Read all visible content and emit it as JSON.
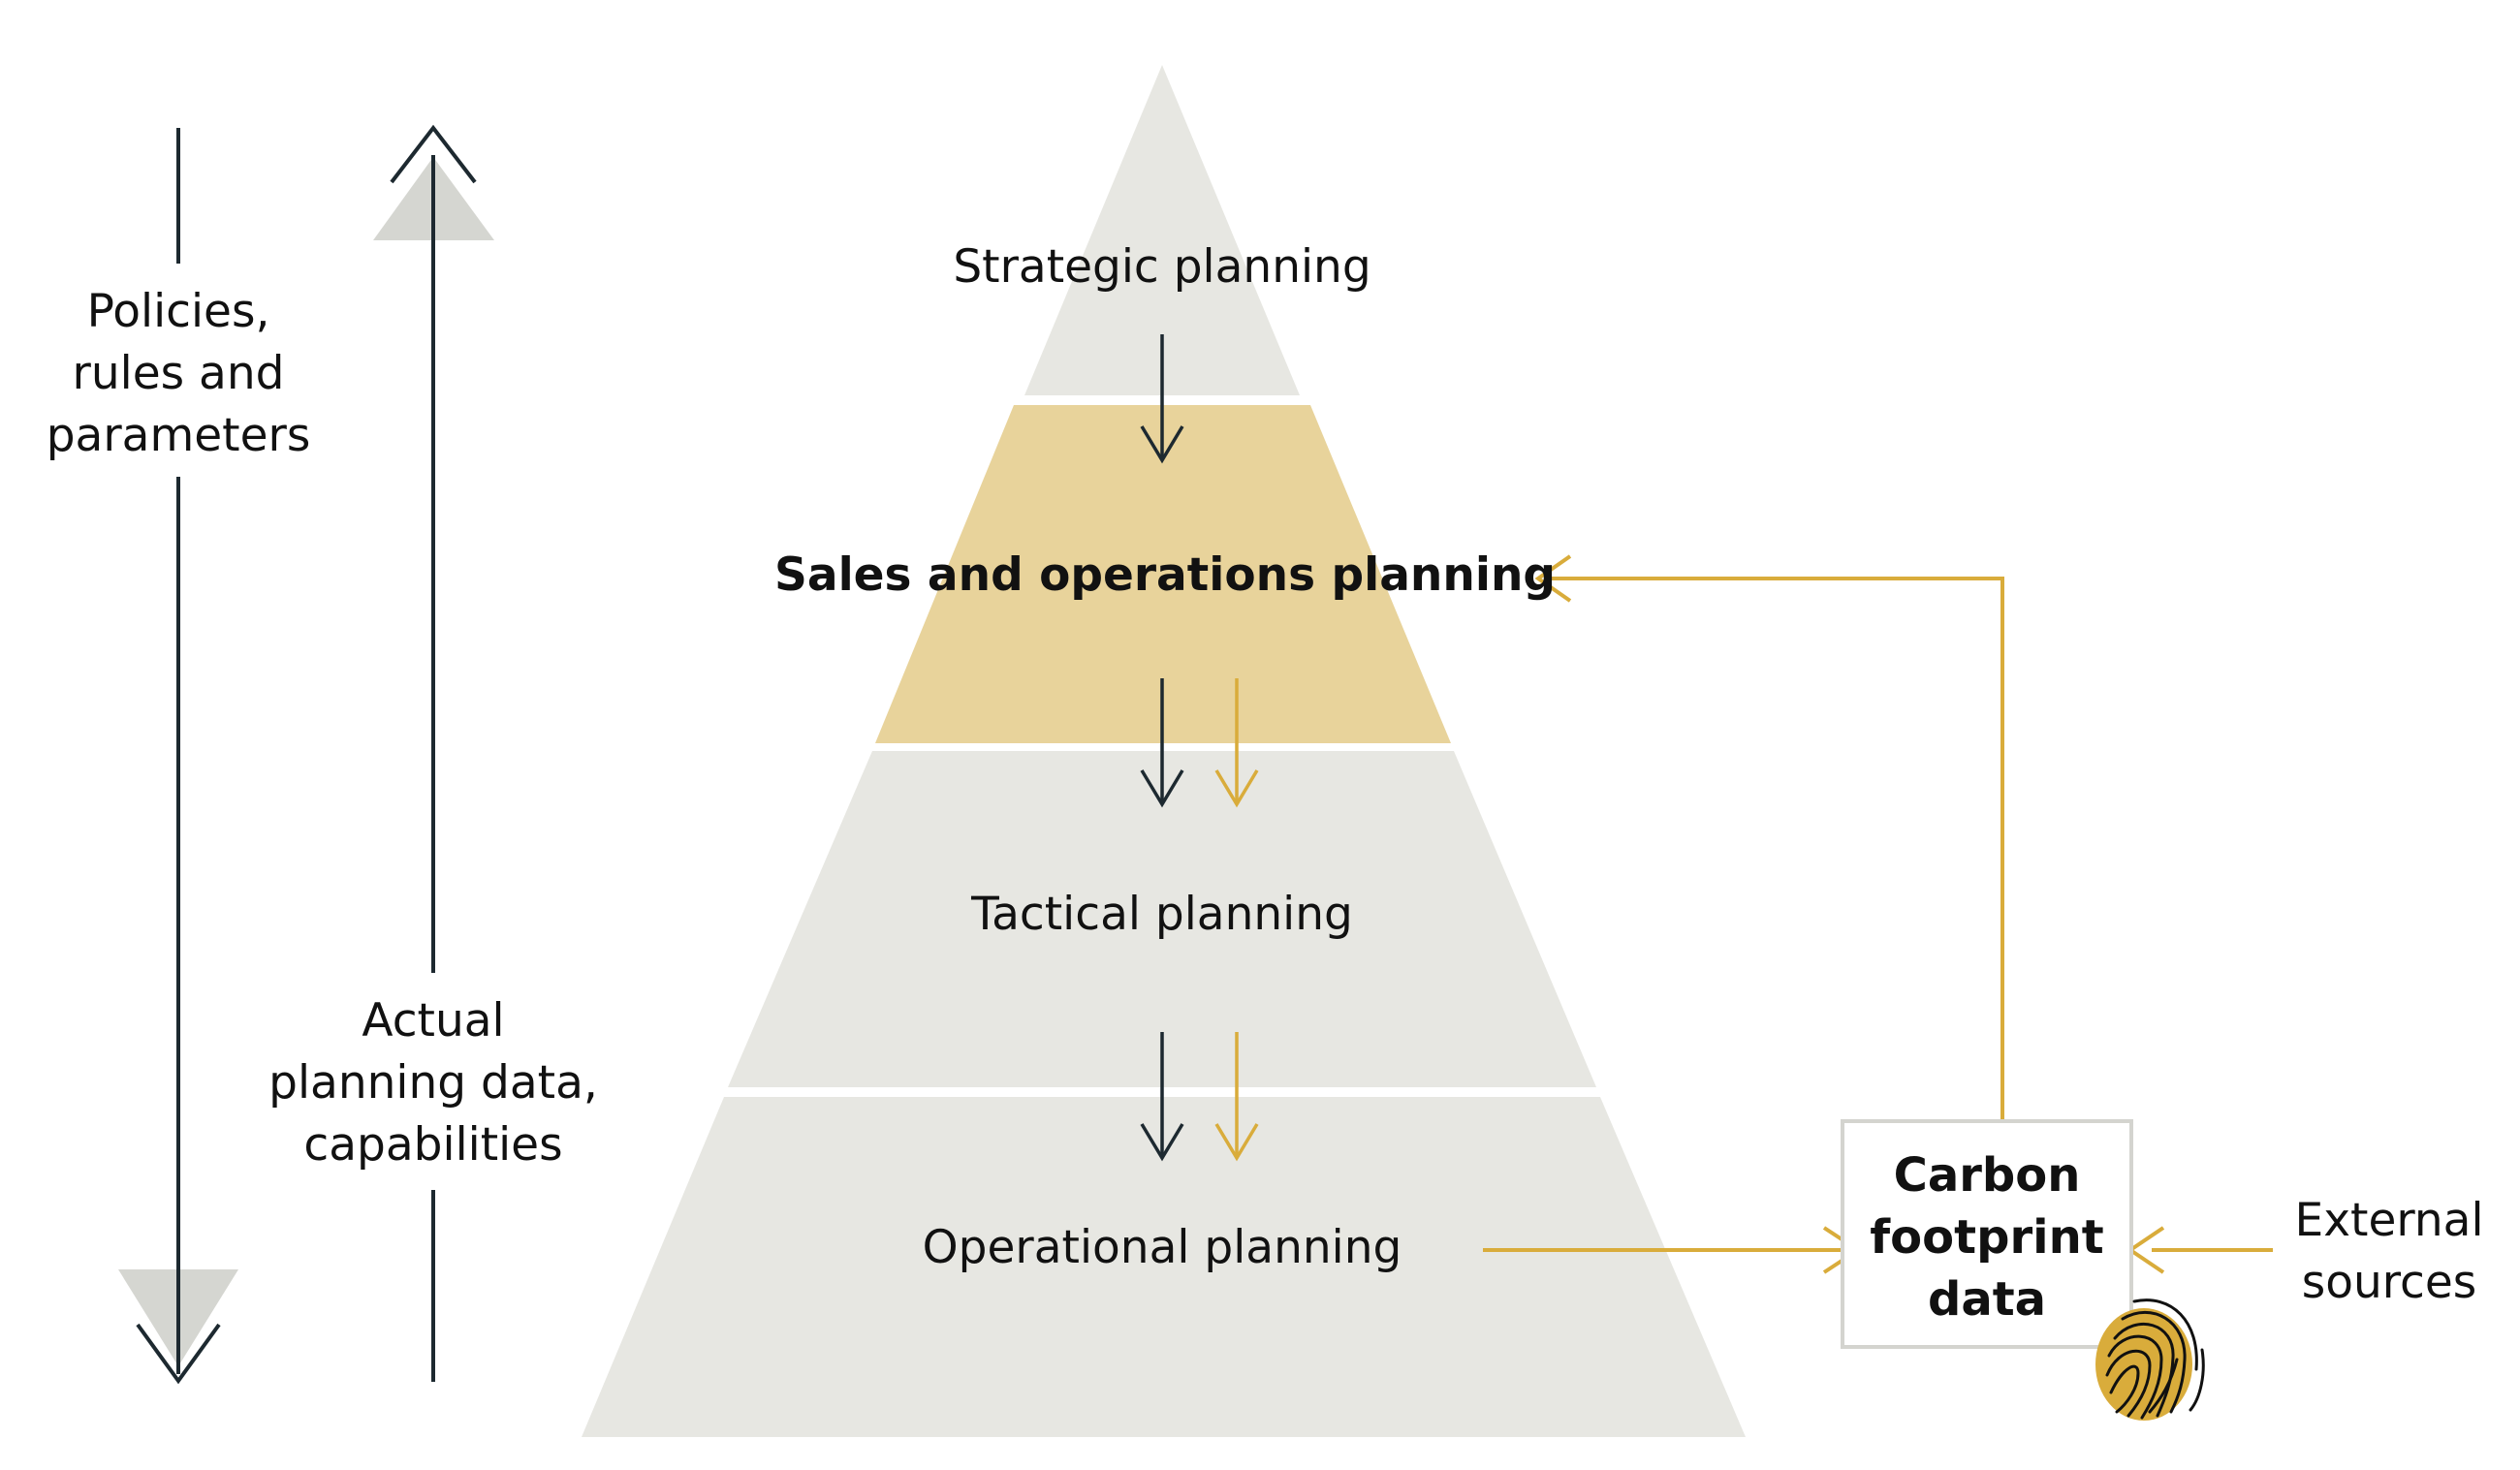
{
  "colors": {
    "layer_grey": "#e7e7e2",
    "layer_highlight": "#e8d39b",
    "arrow_dark": "#1d2930",
    "arrow_gold": "#d9ac3b",
    "marker_grey": "#d5d6d1",
    "box_border": "#d4d4cf"
  },
  "left_axis": {
    "top_down_label": "Policies,\nrules and\nparameters",
    "bottom_up_label": "Actual\nplanning data,\ncapabilities"
  },
  "pyramid": {
    "layers": [
      {
        "label": "Strategic planning",
        "highlight": false
      },
      {
        "label": "Sales and operations planning",
        "highlight": true
      },
      {
        "label": "Tactical planning",
        "highlight": false
      },
      {
        "label": "Operational planning",
        "highlight": false
      }
    ]
  },
  "carbon_box": {
    "label": "Carbon\nfootprint\ndata",
    "icon": "fingerprint-icon"
  },
  "external": {
    "label": "External\nsources"
  }
}
